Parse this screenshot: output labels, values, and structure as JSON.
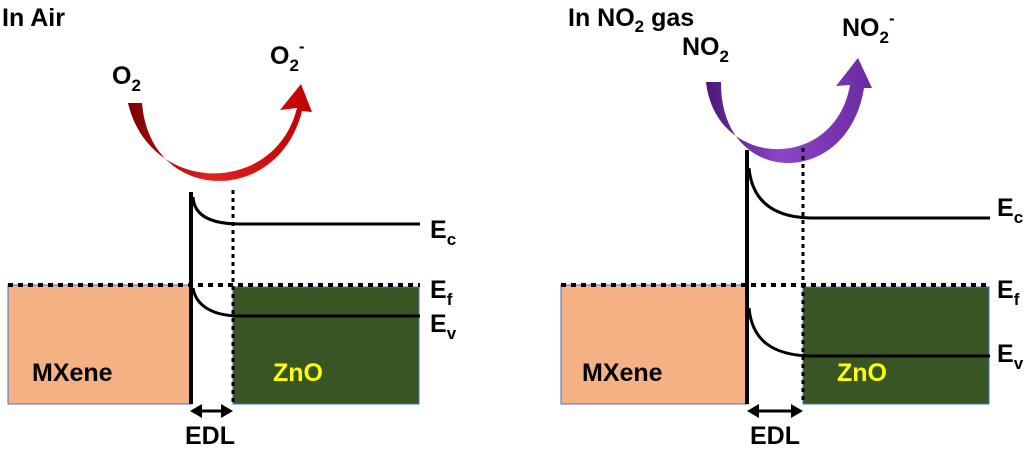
{
  "colors": {
    "mxene_fill": "#f4b183",
    "zno_fill": "#375623",
    "zno_label": "#ffff00",
    "arrow_air": "#cc0000",
    "arrow_no2": "#7030a0",
    "box_border": "#4472c4"
  },
  "panels": [
    {
      "title_main": "In Air",
      "title_sub": "",
      "title_tail": "",
      "gas_in_main": "O",
      "gas_in_sub": "2",
      "gas_out_main": "O",
      "gas_out_sub": "2",
      "gas_out_sup": "-",
      "mxene_label": "MXene",
      "zno_label": "ZnO",
      "edl_label": "EDL",
      "ec_main": "E",
      "ec_sub": "c",
      "ef_main": "E",
      "ef_sub": "f",
      "ev_main": "E",
      "ev_sub": "v"
    },
    {
      "title_main": "In NO",
      "title_sub": "2",
      "title_tail": " gas",
      "gas_in_main": "NO",
      "gas_in_sub": "2",
      "gas_out_main": "NO",
      "gas_out_sub": "2",
      "gas_out_sup": "-",
      "mxene_label": "MXene",
      "zno_label": "ZnO",
      "edl_label": "EDL",
      "ec_main": "E",
      "ec_sub": "c",
      "ef_main": "E",
      "ef_sub": "f",
      "ev_main": "E",
      "ev_sub": "v"
    }
  ]
}
